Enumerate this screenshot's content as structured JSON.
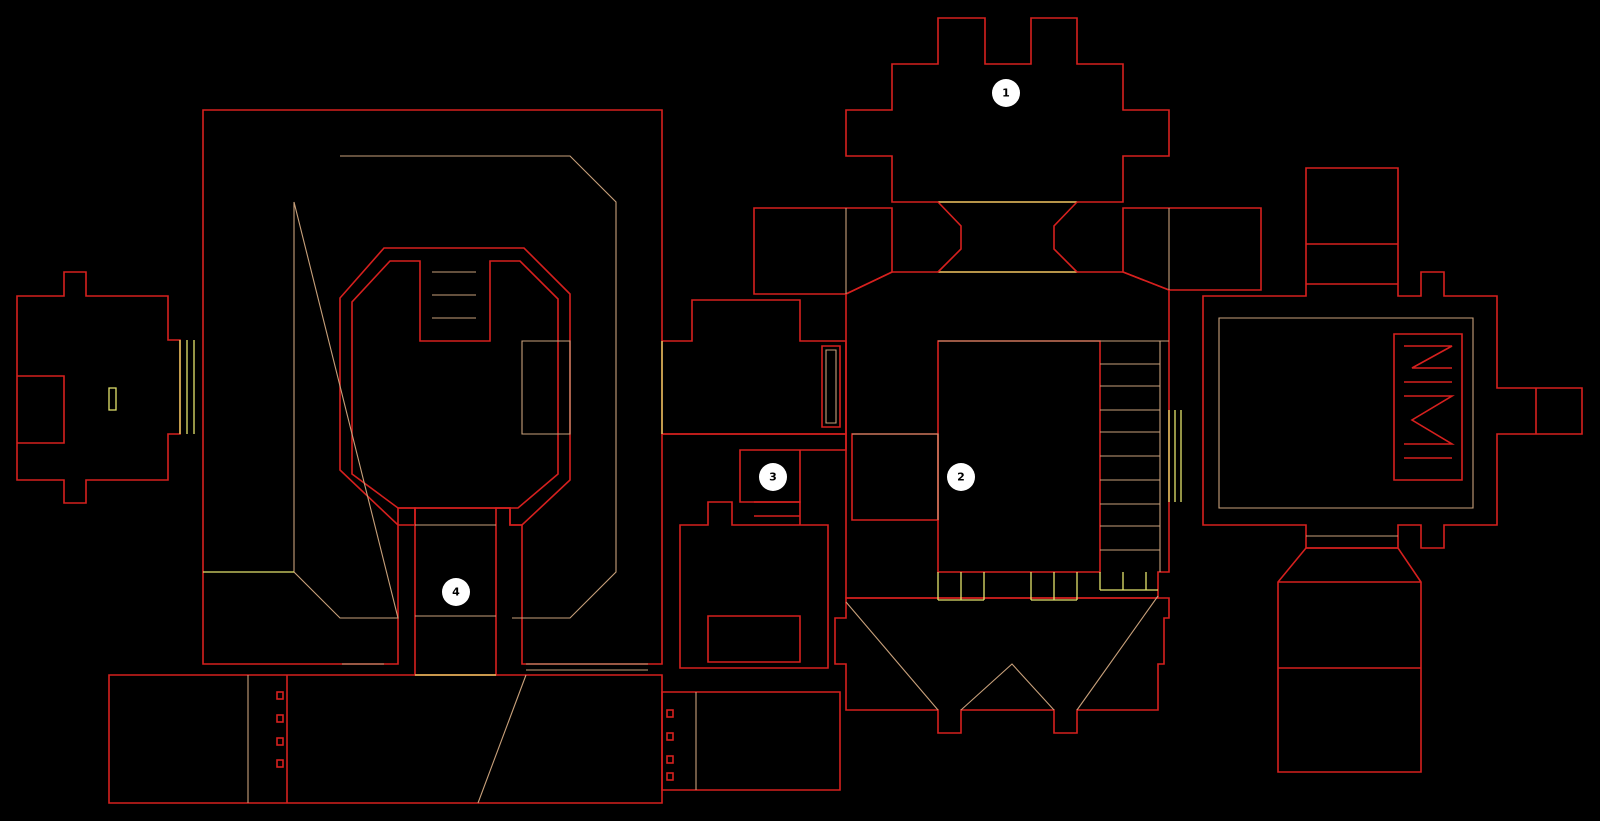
{
  "map": {
    "colors": {
      "background": "#000000",
      "wall": "#d6201e",
      "step": "#c8a07a",
      "door": "#e4e46c",
      "marker": "#ffffff"
    },
    "markers": [
      {
        "id": "1",
        "label": "1"
      },
      {
        "id": "2",
        "label": "2"
      },
      {
        "id": "3",
        "label": "3"
      },
      {
        "id": "4",
        "label": "4"
      }
    ]
  }
}
